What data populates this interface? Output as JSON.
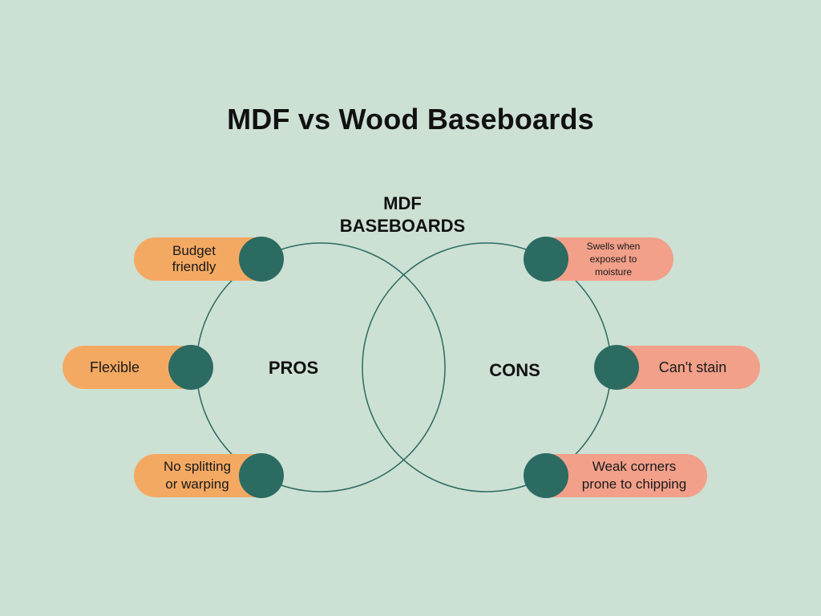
{
  "title": "MDF vs Wood Baseboards",
  "center_label": "MDF\nBASEBOARDS",
  "pros": {
    "label": "PROS",
    "items": [
      "Budget\nfriendly",
      "Flexible",
      "No splitting\nor warping"
    ]
  },
  "cons": {
    "label": "CONS",
    "items": [
      "Swells when\nexposed to\nmoisture",
      "Can't stain",
      "Weak corners\nprone to chipping"
    ]
  },
  "colors": {
    "background": "#cde0d4",
    "pro_pill": "#f4a962",
    "con_pill": "#f2a08a",
    "dot": "#2b6b62",
    "circle_stroke": "#2b6b62"
  }
}
